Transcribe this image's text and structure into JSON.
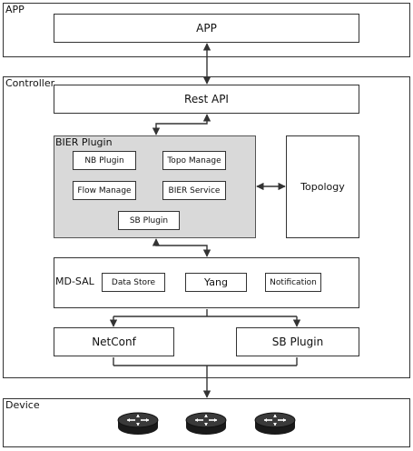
{
  "app_region": {
    "label": "APP",
    "box": "APP"
  },
  "controller": {
    "label": "Controller",
    "rest_api": "Rest API",
    "bier_plugin": {
      "label": "BIER Plugin",
      "modules": [
        "NB Plugin",
        "Topo Manage",
        "Flow Manage",
        "BIER Service",
        "SB Plugin"
      ]
    },
    "topology": "Topology",
    "md_sal": {
      "label": "MD-SAL",
      "items": [
        "Data Store",
        "Yang",
        "Notification"
      ]
    },
    "netconf": "NetConf",
    "sb_plugin": "SB Plugin"
  },
  "device_region": {
    "label": "Device",
    "icon": "router-icon",
    "router_count": 3
  }
}
